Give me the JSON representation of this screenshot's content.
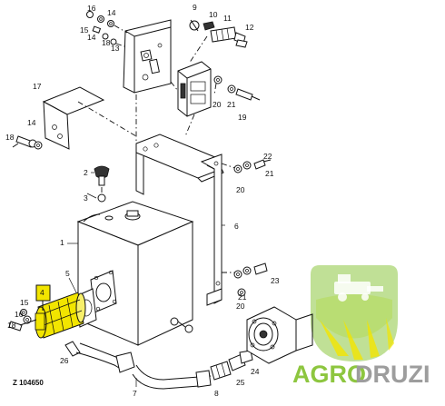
{
  "diagram": {
    "reference_code": "Z 104650",
    "callouts": {
      "c1": "1",
      "c4": "4",
      "c5": "5",
      "c6": "6",
      "c7": "7",
      "c8": "8",
      "c9": "9",
      "c10": "10",
      "c11": "11",
      "c12": "12",
      "c13": "13",
      "c14a": "14",
      "c14b": "14",
      "c14c": "14",
      "c15a": "15",
      "c15b": "15",
      "c16a": "16",
      "c16b": "16",
      "c17": "17",
      "c18a": "18",
      "c18b": "18",
      "c19": "19",
      "c20a": "20",
      "c20b": "20",
      "c20c": "20",
      "c21a": "21",
      "c21b": "21",
      "c21c": "21",
      "c22": "22",
      "c23": "23",
      "c24": "24",
      "c25": "25",
      "c26": "26",
      "c3": "3",
      "c2": "2"
    }
  },
  "watermark": {
    "brand_part1": "AGRO",
    "brand_part2": "DRUZI",
    "color_green": "#8dc63f",
    "color_gray": "#9d9d9d",
    "color_yellow": "#f3e500",
    "logo_icon": "combine-harvester-field-icon"
  },
  "highlight": {
    "color": "#f2e500",
    "highlighted_part": "4"
  }
}
